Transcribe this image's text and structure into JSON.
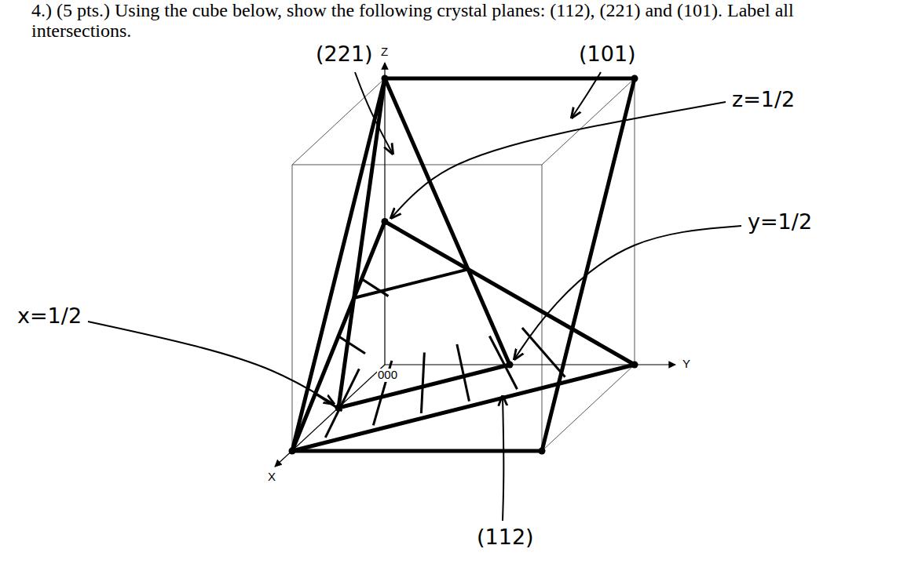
{
  "diagram": {
    "labels": [
      "4.) (5 pts.) Using the cube below, show the following crystal planes: (112), (221) and (101). Label all intersections.",
      "Z",
      "Y",
      "X",
      "000",
      "(221)",
      "(101)",
      "z=1/2",
      "y=1/2",
      "x=1/2",
      "(112)"
    ]
  }
}
